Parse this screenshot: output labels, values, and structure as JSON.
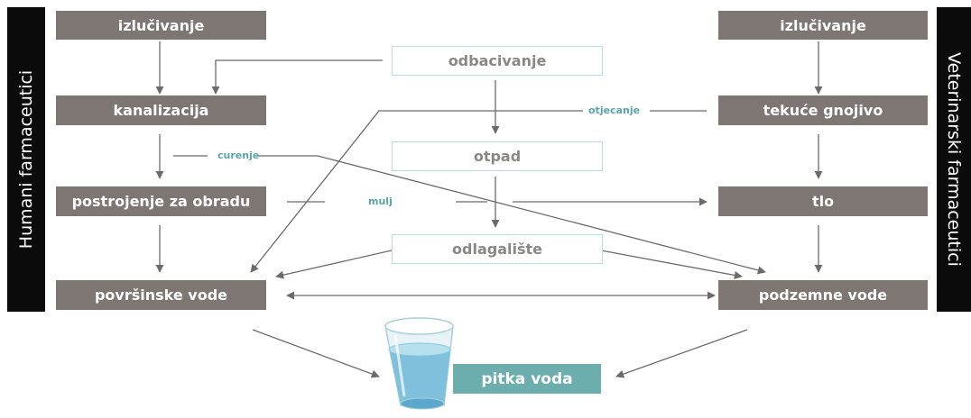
{
  "left_sidebar": {
    "label": "Humani farmaceutici"
  },
  "right_sidebar": {
    "label": "Veterinarski farmaceutici"
  },
  "nodes": {
    "excretion_left": "izlučivanje",
    "sewage": "kanalizacija",
    "treatment_plant": "postrojenje za obradu",
    "surface_water": "površinske vode",
    "excretion_right": "izlučivanje",
    "liquid_manure": "tekuće gnojivo",
    "soil": "tlo",
    "groundwater": "podzemne vode",
    "disposal": "odbacivanje",
    "waste": "otpad",
    "landfill": "odlagalište",
    "drinking_water": "pitka voda"
  },
  "edge_labels": {
    "runoff": "otjecanje",
    "leakage": "curenje",
    "sludge": "mulj"
  },
  "colors": {
    "dark_box": "#7d7672",
    "light_border": "#b9dede",
    "teal": "#6cadad",
    "sidebar": "#0b0b0b",
    "arrow": "#6b6b6b"
  }
}
